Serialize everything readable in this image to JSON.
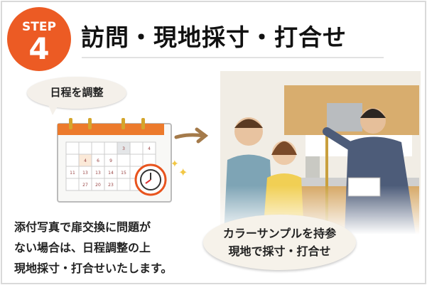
{
  "step": {
    "label": "STEP",
    "number": "4",
    "color": "#ec5b24"
  },
  "title": "訪問・現地採寸・打合せ",
  "schedule_bubble": "日程を調整",
  "calendar": {
    "rows": [
      [
        "",
        "",
        "",
        "",
        "3",
        "",
        "4"
      ],
      [
        "",
        "4",
        "6",
        "9",
        "",
        "",
        ""
      ],
      [
        "11",
        "13",
        "13",
        "14",
        "15",
        "",
        ""
      ],
      [
        "",
        "27",
        "20",
        "23",
        "",
        "",
        ""
      ]
    ]
  },
  "description": [
    "添付写真で扉交換に問題が",
    "ない場合は、日程調整の上",
    "現地採寸・打合せいたします。"
  ],
  "sample_bubble": [
    "カラーサンプルを持参",
    "現地で採寸・打合せ"
  ]
}
